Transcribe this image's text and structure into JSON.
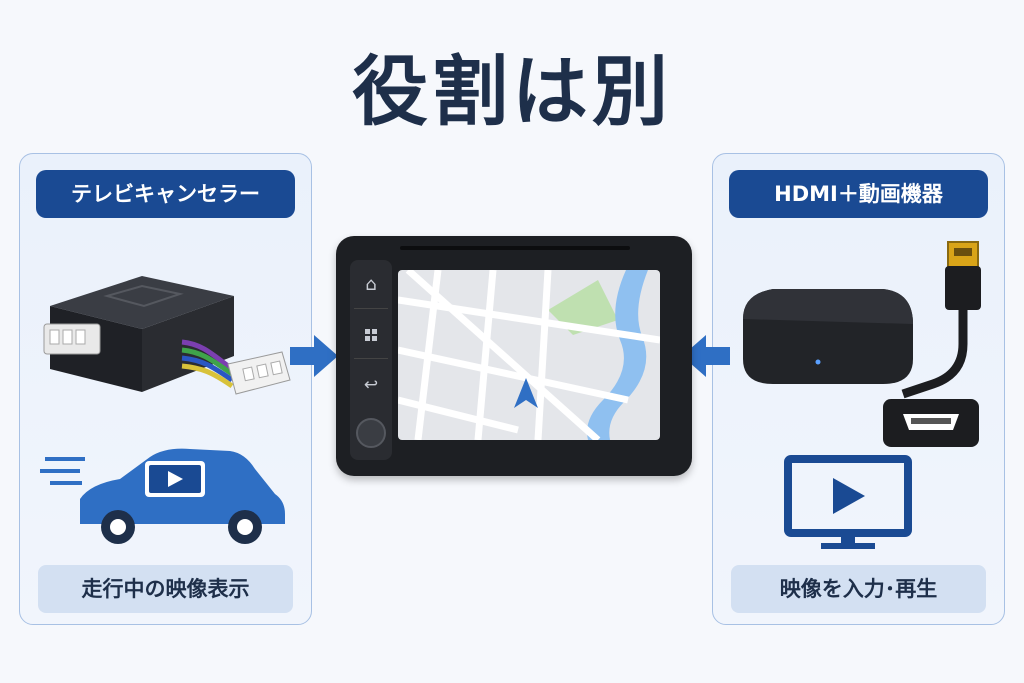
{
  "title": "役割は別",
  "left_panel": {
    "heading": "テレビキャンセラー",
    "caption": "走行中の映像表示"
  },
  "right_panel": {
    "heading": "HDMI＋動画機器",
    "caption": "映像を入力･再生"
  },
  "center_unit": {
    "side_buttons": [
      "home-icon",
      "apps-icon",
      "back-icon",
      "knob"
    ]
  },
  "colors": {
    "accent": "#1a4a93",
    "arrow": "#2f6fc4",
    "title": "#1e2f4a",
    "panel_border": "#a8c1e4"
  }
}
